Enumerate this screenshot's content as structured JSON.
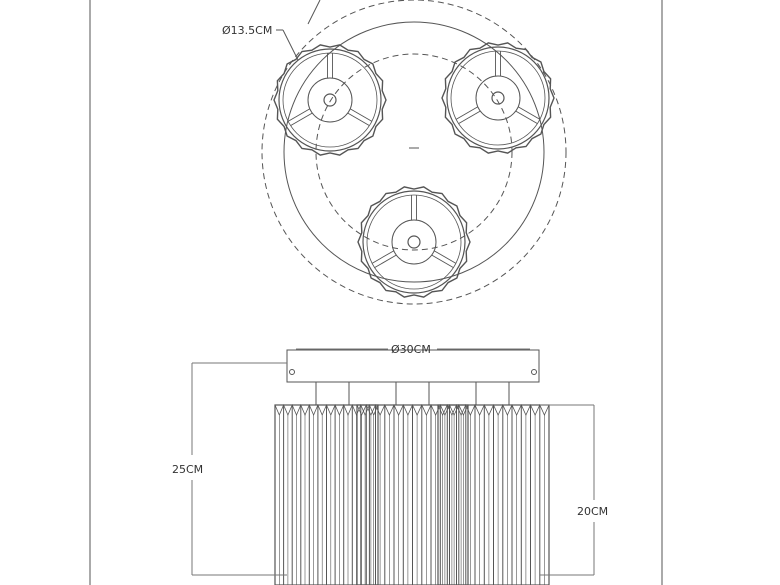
{
  "colors": {
    "line": "#555555",
    "dim_line": "#777777",
    "text": "#333333",
    "background": "#ffffff"
  },
  "dimensions": {
    "shade_diameter": "Ø13.5CM",
    "canopy_diameter": "Ø30CM",
    "total_height": "25CM",
    "shade_height": "20CM"
  },
  "views": {
    "top": {
      "shade_count": 3
    },
    "side": {
      "shade_count": 3
    }
  }
}
